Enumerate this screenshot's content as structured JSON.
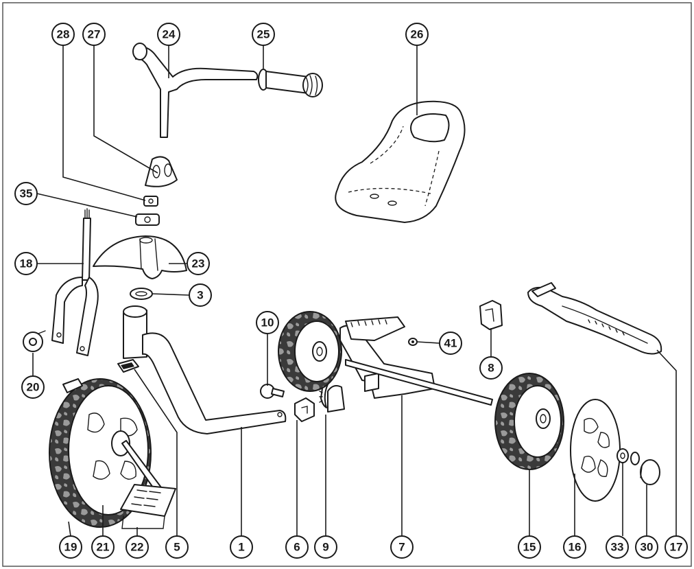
{
  "diagram": {
    "colors": {
      "line": "#1a1a1a",
      "tire": "#3a3a3a",
      "tread": "#9a9a9a",
      "frame_border": "#555555"
    },
    "callouts": [
      {
        "id": "c1",
        "label": "1"
      },
      {
        "id": "c3",
        "label": "3"
      },
      {
        "id": "c5",
        "label": "5"
      },
      {
        "id": "c6",
        "label": "6"
      },
      {
        "id": "c7",
        "label": "7"
      },
      {
        "id": "c8",
        "label": "8"
      },
      {
        "id": "c9",
        "label": "9"
      },
      {
        "id": "c10",
        "label": "10"
      },
      {
        "id": "c15",
        "label": "15"
      },
      {
        "id": "c16",
        "label": "16"
      },
      {
        "id": "c17",
        "label": "17"
      },
      {
        "id": "c18",
        "label": "18"
      },
      {
        "id": "c19",
        "label": "19"
      },
      {
        "id": "c20",
        "label": "20"
      },
      {
        "id": "c21",
        "label": "21"
      },
      {
        "id": "c22",
        "label": "22"
      },
      {
        "id": "c23",
        "label": "23"
      },
      {
        "id": "c24",
        "label": "24"
      },
      {
        "id": "c25",
        "label": "25"
      },
      {
        "id": "c26",
        "label": "26"
      },
      {
        "id": "c27",
        "label": "27"
      },
      {
        "id": "c28",
        "label": "28"
      },
      {
        "id": "c30",
        "label": "30"
      },
      {
        "id": "c33",
        "label": "33"
      },
      {
        "id": "c35",
        "label": "35"
      },
      {
        "id": "c41",
        "label": "41"
      }
    ]
  }
}
